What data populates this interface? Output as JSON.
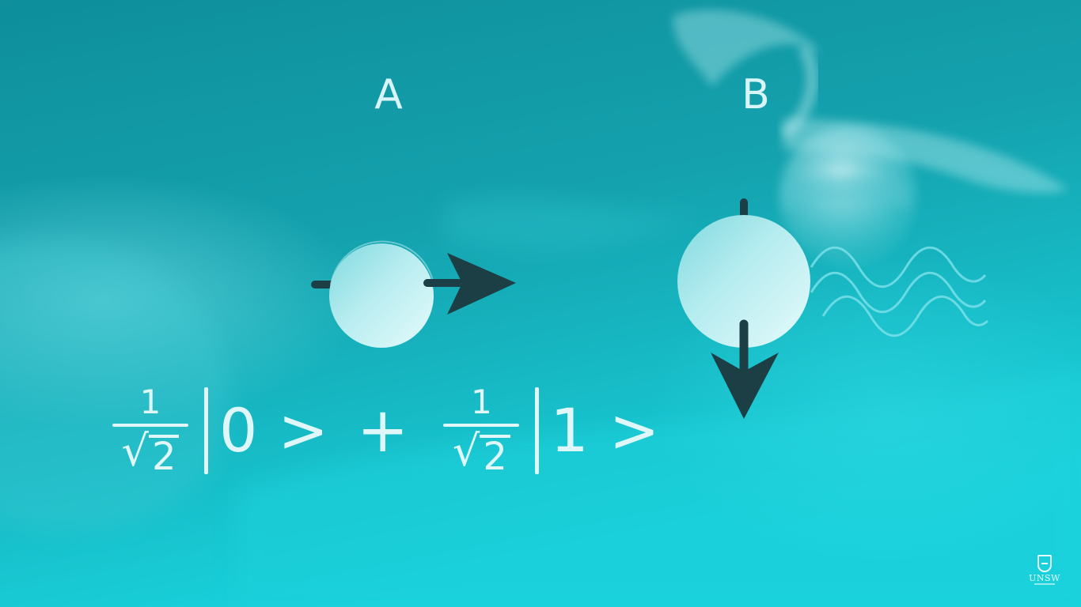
{
  "labels": {
    "particle_a": "A",
    "particle_b": "B"
  },
  "formula": {
    "term1": {
      "numerator": "1",
      "radicand": "2",
      "ket": "0",
      "close": ">"
    },
    "operator": "+",
    "term2": {
      "numerator": "1",
      "radicand": "2",
      "ket": "1",
      "close": ">"
    }
  },
  "logo": {
    "wordmark": "UNSW"
  },
  "colors": {
    "background": "#1aa9b5",
    "text": "#dff7f9",
    "sphere": "#bfeff2",
    "arrow": "#1c3f46"
  },
  "icons": {
    "spin_a": "sphere-with-right-arrow",
    "spin_b": "sphere-with-down-arrow",
    "wave": "wavy-lines",
    "logo": "unsw-crest"
  }
}
